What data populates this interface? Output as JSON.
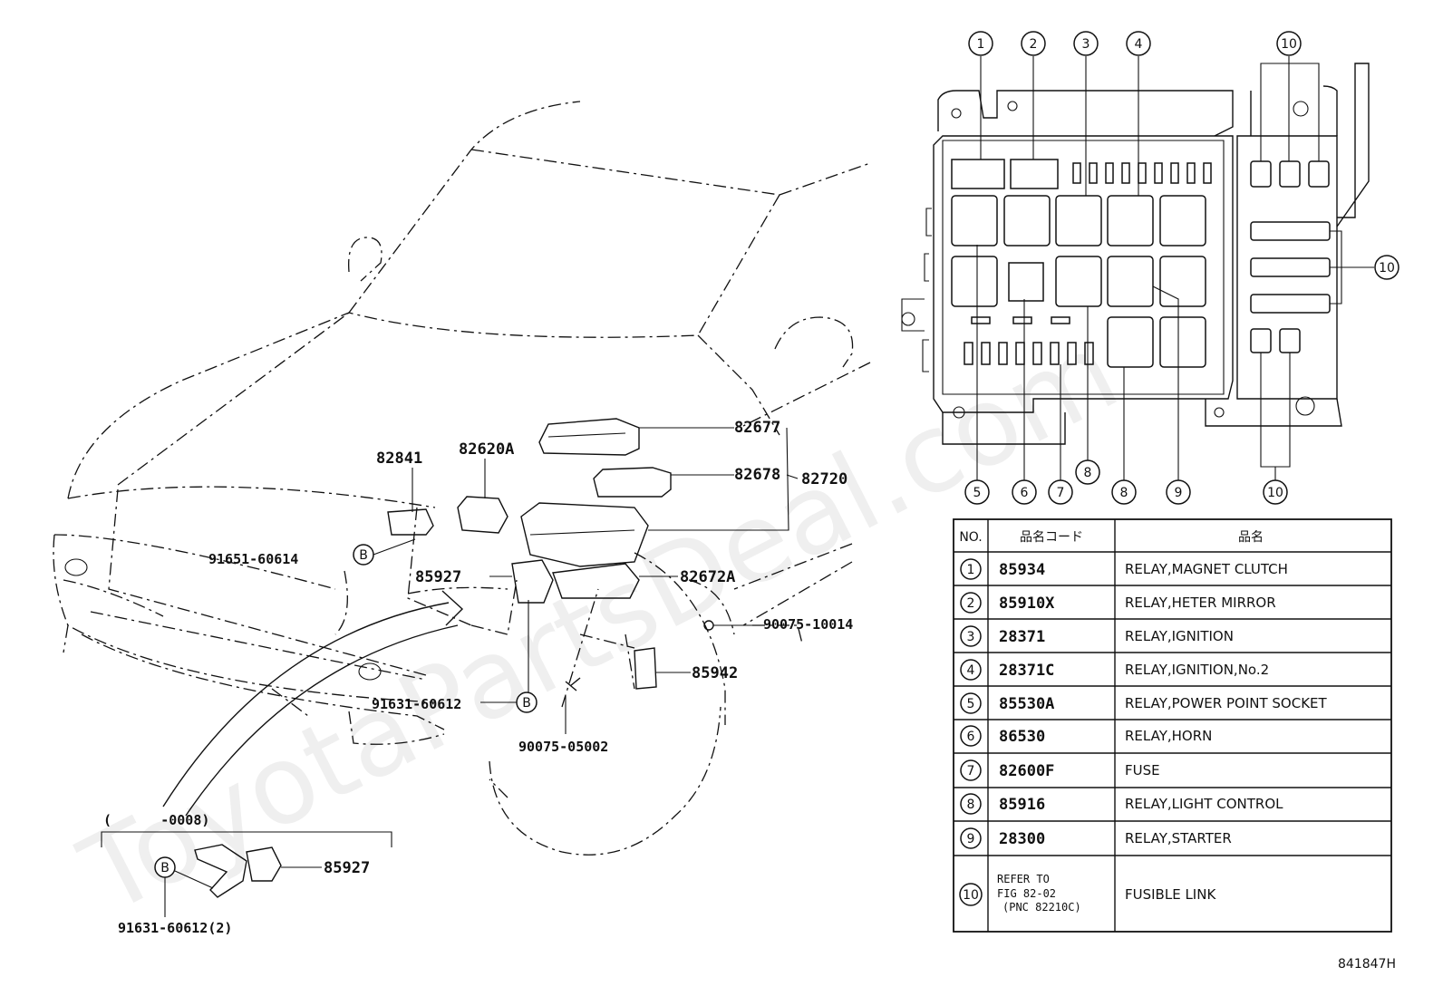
{
  "diagram": {
    "callouts": {
      "p82841": "82841",
      "p82620A": "82620A",
      "p82677": "82677",
      "p82678": "82678",
      "p82720": "82720",
      "p85927": "85927",
      "p82672A": "82672A",
      "p91651": "91651-60614",
      "p90075_10014": "90075-10014",
      "p85942": "85942",
      "p91631": "91631-60612",
      "p90075_05002": "90075-05002",
      "inset_range": "(      -0008)",
      "inset_85927": "85927",
      "inset_91631": "91631-60612(2)",
      "clip_b": "B"
    },
    "fuse_box_numbers": {
      "top": [
        "1",
        "2",
        "3",
        "4"
      ],
      "top_right": "10",
      "right": "10",
      "bottom": [
        "5",
        "6",
        "7",
        "8",
        "9"
      ],
      "bottom_right": "10"
    },
    "drawing_id": "841847H",
    "watermark": "ToyotaPartsDeal.com"
  },
  "parts_table": {
    "headers": [
      "NO.",
      "品名コード",
      "品名"
    ],
    "rows": [
      {
        "no": "1",
        "code": "85934",
        "name": "RELAY,MAGNET CLUTCH"
      },
      {
        "no": "2",
        "code": "85910X",
        "name": "RELAY,HETER MIRROR"
      },
      {
        "no": "3",
        "code": "28371",
        "name": "RELAY,IGNITION"
      },
      {
        "no": "4",
        "code": "28371C",
        "name": "RELAY,IGNITION,No.2"
      },
      {
        "no": "5",
        "code": "85530A",
        "name": "RELAY,POWER POINT SOCKET"
      },
      {
        "no": "6",
        "code": "86530",
        "name": "RELAY,HORN"
      },
      {
        "no": "7",
        "code": "82600F",
        "name": "FUSE"
      },
      {
        "no": "8",
        "code": "85916",
        "name": "RELAY,LIGHT CONTROL"
      },
      {
        "no": "9",
        "code": "28300",
        "name": "RELAY,STARTER"
      },
      {
        "no": "10",
        "code_lines": [
          "REFER TO",
          "FIG 82-02",
          "(PNC 82210C)"
        ],
        "name": "FUSIBLE LINK"
      }
    ]
  }
}
